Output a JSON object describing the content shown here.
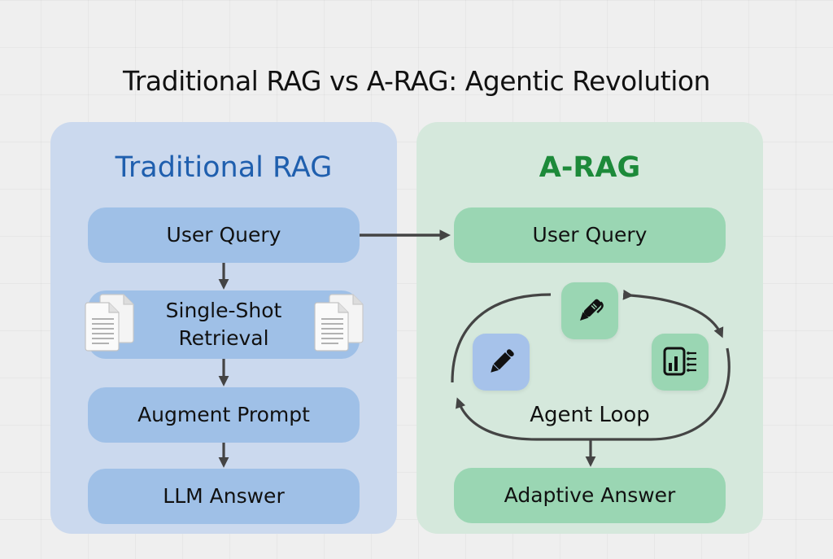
{
  "title": "Traditional RAG vs A-RAG: Agentic Revolution",
  "colors": {
    "traditional_accent": "#1f5fae",
    "arag_accent": "#1d8a3a",
    "traditional_panel": "#cbd9ee",
    "arag_panel": "#d5e8dc",
    "traditional_step": "#9fc0e7",
    "arag_step": "#9ad6b3",
    "arrow": "#444444"
  },
  "traditional": {
    "heading": "Traditional RAG",
    "steps": [
      {
        "label": "User Query"
      },
      {
        "label_line1": "Single-Shot",
        "label_line2": "Retrieval",
        "icons": [
          "documents-icon",
          "documents-icon"
        ]
      },
      {
        "label": "Augment Prompt"
      },
      {
        "label": "LLM Answer"
      }
    ]
  },
  "arag": {
    "heading": "A-RAG",
    "steps": [
      {
        "label": "User Query"
      },
      {
        "label": "Agent Loop",
        "tools": [
          "pen-icon",
          "pencil-icon",
          "report-chart-icon"
        ]
      },
      {
        "label": "Adaptive Answer"
      }
    ]
  },
  "connector": {
    "from": "Traditional RAG: User Query",
    "to": "A-RAG: User Query"
  }
}
